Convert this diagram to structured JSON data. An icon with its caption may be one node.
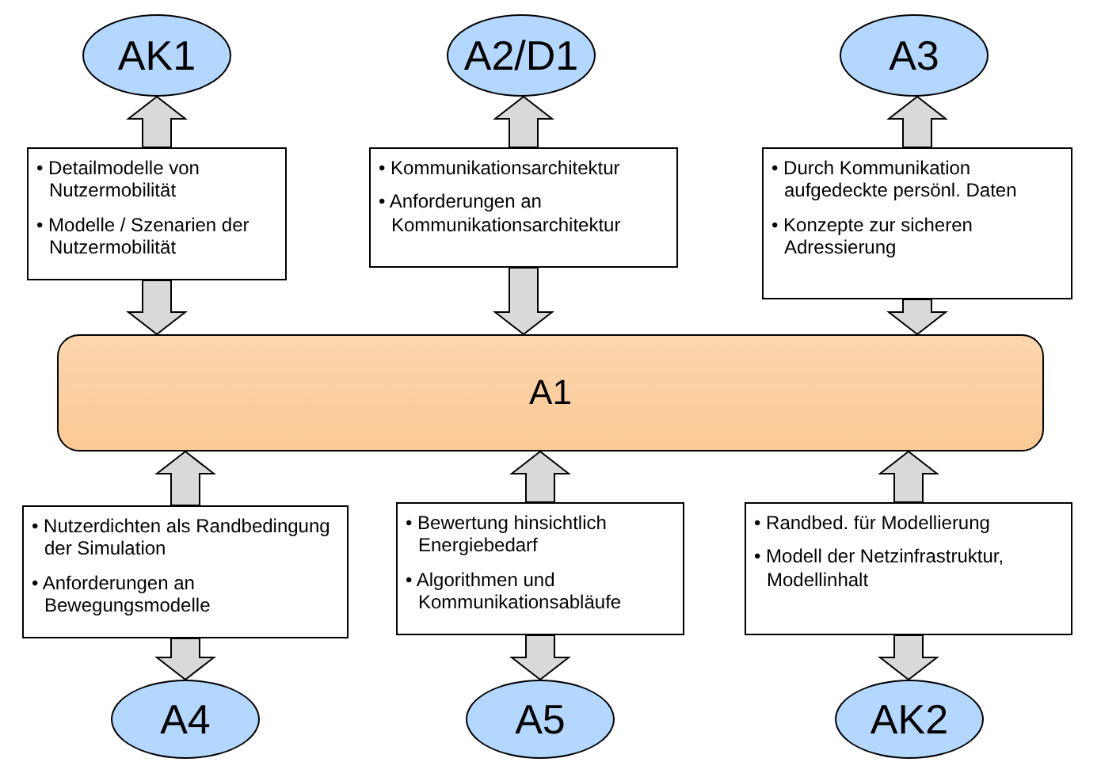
{
  "diagram": {
    "nodes": [
      {
        "text": [
          "AK1"
        ]
      },
      {
        "text": [
          "A2/D1"
        ]
      },
      {
        "text": [
          "A3"
        ]
      },
      {
        "text": [
          "• Detailmodelle von Nutzermobilität",
          "• Modelle / Szenarien der Nutzermobilität"
        ]
      },
      {
        "text": [
          "• Kommunikationsarchitektur",
          "• Anforderungen an Kommunikationsarchitektur"
        ]
      },
      {
        "text": [
          "• Durch Kommunikation aufgedeckte persönl. Daten",
          "• Konzepte zur sicheren Adressierung"
        ]
      },
      {
        "text": [
          "A1"
        ]
      },
      {
        "text": [
          "• Nutzerdichten als Randbedingung der Simulation",
          "• Anforderungen an Bewegungsmodelle"
        ]
      },
      {
        "text": [
          "• Bewertung hinsichtlich Energiebedarf",
          "• Algorithmen und Kommunikationsabläufe"
        ]
      },
      {
        "text": [
          "• Randbed. für Modellierung",
          "• Modell der Netzinfrastruktur, Modellinhalt"
        ]
      },
      {
        "text": [
          "A4"
        ]
      },
      {
        "text": [
          "A5"
        ]
      },
      {
        "text": [
          "AK2"
        ]
      }
    ],
    "edges": [
      {
        "from": 3,
        "to": 0,
        "arrow": "to"
      },
      {
        "from": 4,
        "to": 1,
        "arrow": "to"
      },
      {
        "from": 5,
        "to": 2,
        "arrow": "to"
      },
      {
        "from": 3,
        "to": 6,
        "arrow": "to"
      },
      {
        "from": 4,
        "to": 6,
        "arrow": "to"
      },
      {
        "from": 5,
        "to": 6,
        "arrow": "to"
      },
      {
        "from": 7,
        "to": 6,
        "arrow": "to"
      },
      {
        "from": 8,
        "to": 6,
        "arrow": "to"
      },
      {
        "from": 9,
        "to": 6,
        "arrow": "to"
      },
      {
        "from": 7,
        "to": 10,
        "arrow": "to"
      },
      {
        "from": 8,
        "to": 11,
        "arrow": "to"
      },
      {
        "from": 9,
        "to": 12,
        "arrow": "to"
      }
    ]
  }
}
